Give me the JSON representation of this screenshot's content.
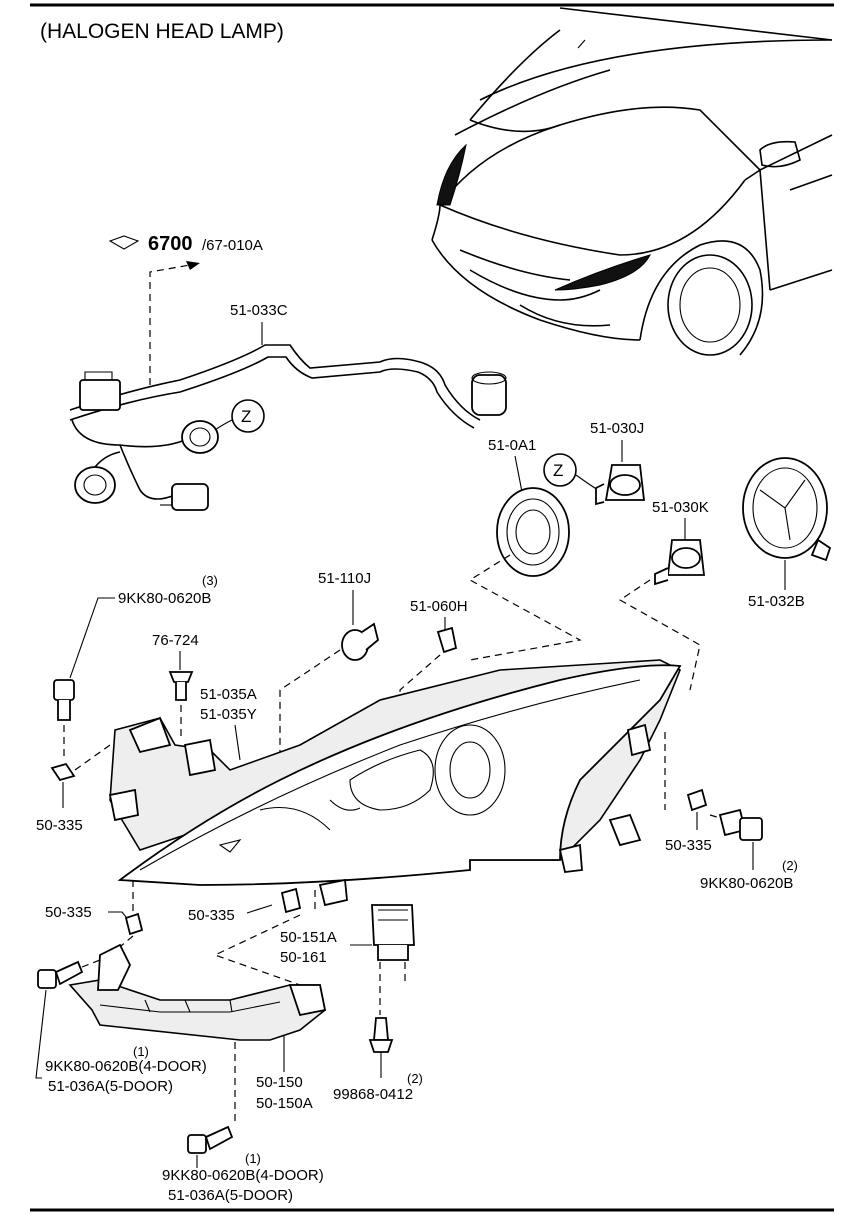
{
  "title": "(HALOGEN HEAD LAMP)",
  "reference": {
    "main": "6700",
    "sub": "/67-010A"
  },
  "zone_marker": "Z",
  "labels": {
    "harness": "51-033C",
    "socket_cover": "51-0A1",
    "bulb_low": "51-030J",
    "bulb_high": "51-030K",
    "cap": "51-032B",
    "bulb_turn": "51-110J",
    "bulb_small": "51-060H",
    "clip": "76-724",
    "bolt_top_qty": "(3)",
    "bolt_top": "9KK80-0620B",
    "lamp_a": "51-035A",
    "lamp_y": "51-035Y",
    "nut_left": "50-335",
    "nut_right": "50-335",
    "bolt_right_qty": "(2)",
    "bolt_right": "9KK80-0620B",
    "nut_low_left": "50-335",
    "nut_low_mid": "50-335",
    "bracket_a": "50-151A",
    "bracket_b": "50-161",
    "screw_qty": "(2)",
    "screw": "99868-0412",
    "lower_bracket_a": "50-150",
    "lower_bracket_b": "50-150A",
    "bolt_mid_qty": "(1)",
    "bolt_mid_a": "9KK80-0620B(4-DOOR)",
    "bolt_mid_b": "51-036A(5-DOOR)",
    "bolt_bot_qty": "(1)",
    "bolt_bot_a": "9KK80-0620B(4-DOOR)",
    "bolt_bot_b": "51-036A(5-DOOR)"
  }
}
